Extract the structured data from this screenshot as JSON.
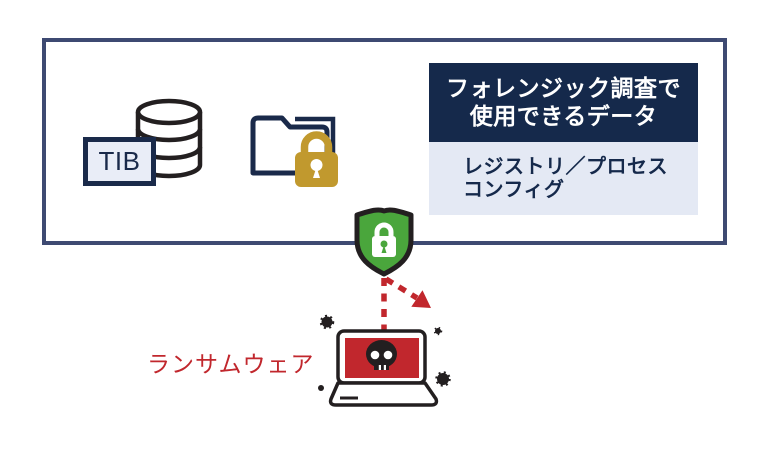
{
  "protected_zone": {
    "tib_label": "TIB",
    "forensic_panel": {
      "header_lines": [
        "フォレンジック調査で",
        "使用できるデータ"
      ],
      "body_lines": [
        "レジストリ／プロセス",
        "コンフィグ"
      ]
    }
  },
  "attack": {
    "ransomware_label": "ランサムウェア"
  },
  "icons": {
    "database": "database-icon",
    "locked_folder": "locked-folder-icon",
    "shield": "shield-lock-icon",
    "laptop": "ransomware-laptop-icon",
    "skull": "skull-icon",
    "virus": "virus-particle-icon",
    "arrow": "deflected-attack-arrow-icon"
  },
  "colors": {
    "frame_border": "#3e4a72",
    "navy": "#15294b",
    "panel_bg": "#e4e9f4",
    "badge_bg": "#e9edf7",
    "gold": "#c1992e",
    "green": "#4aa63c",
    "red": "#c1272d",
    "ink": "#231f20",
    "white": "#ffffff"
  }
}
